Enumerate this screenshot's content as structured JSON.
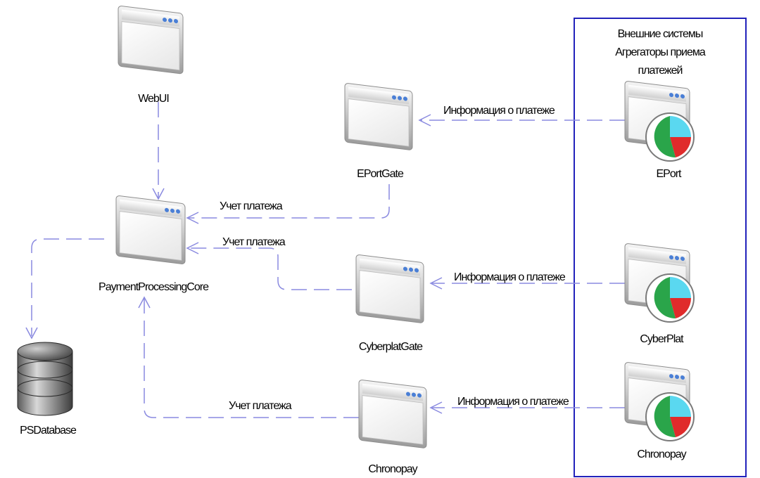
{
  "nodes": {
    "webui": {
      "label": "WebUI",
      "icon": "window-icon"
    },
    "core": {
      "label": "PaymentProcessingCore",
      "icon": "window-icon"
    },
    "db": {
      "label": "PSDatabase",
      "icon": "database-icon"
    },
    "eportgate": {
      "label": "EPortGate",
      "icon": "window-icon"
    },
    "cybergate": {
      "label": "CyberplatGate",
      "icon": "window-icon"
    },
    "chronogate": {
      "label": "Chronopay",
      "icon": "window-icon"
    },
    "eport": {
      "label": "EPort",
      "icon": "window-pie-chart-icon"
    },
    "cyberplat": {
      "label": "CyberPlat",
      "icon": "window-pie-chart-icon"
    },
    "chronopay_ext": {
      "label": "Chronopay",
      "icon": "window-pie-chart-icon"
    }
  },
  "external_box": {
    "line1": "Внешние системы",
    "line2": "Агрегаторы приема",
    "line3": "платежей"
  },
  "edges": {
    "eport_info": "Информация о платеже",
    "cyber_info": "Информация о платеже",
    "chrono_info": "Информация о платеже",
    "eport_acct": "Учет платежа",
    "cyber_acct": "Учет платежа",
    "chrono_acct": "Учет платежа"
  },
  "colors": {
    "edge": "#8a8ae0",
    "box_border": "#2222bb",
    "window_frame": "#b8b8b8",
    "window_dots": "#4a7fd6",
    "pie_cyan": "#5ad8f0",
    "pie_green": "#2aa54a",
    "pie_red": "#e02b2b"
  }
}
